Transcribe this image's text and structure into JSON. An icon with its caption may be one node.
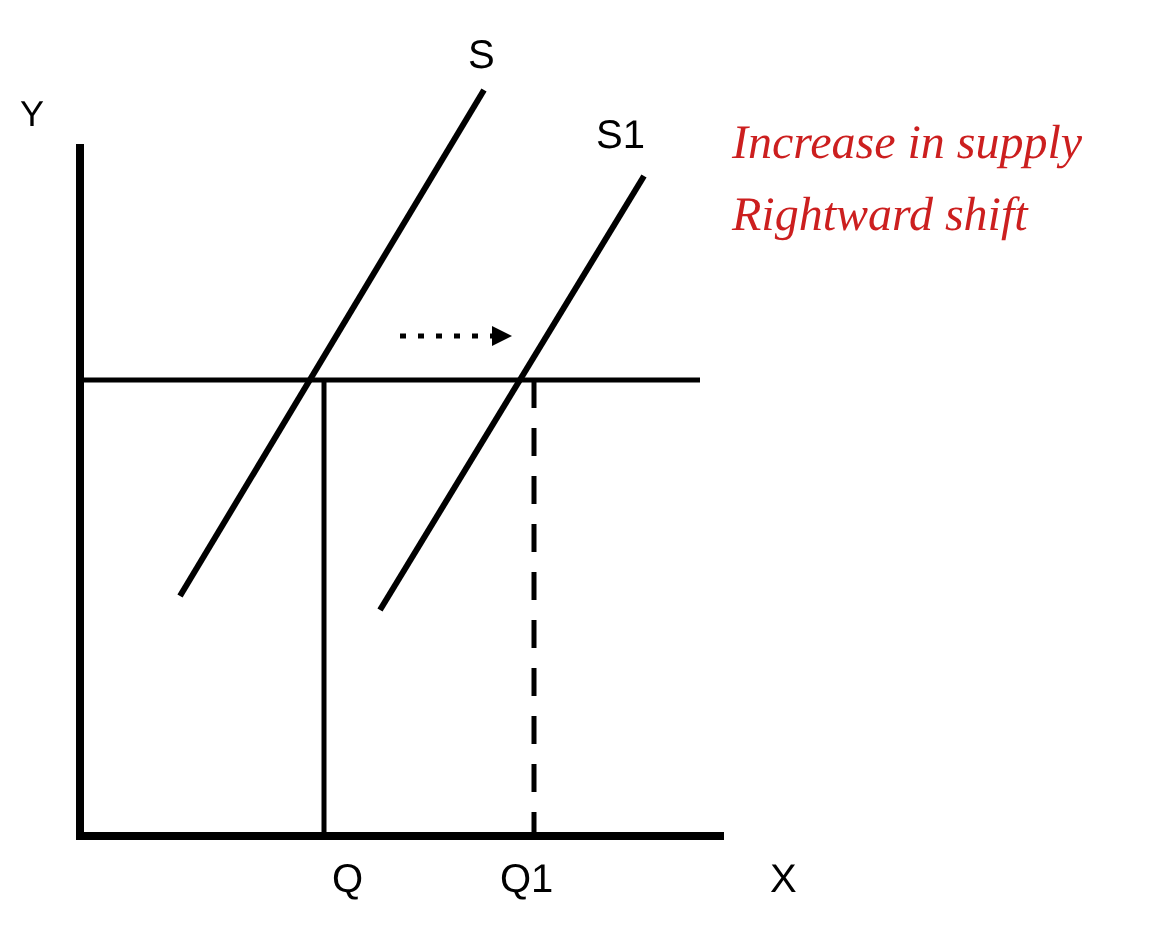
{
  "diagram": {
    "labels": [
      "Y",
      "S",
      "S1",
      "Increase in supply",
      "Rightward shift",
      "Q",
      "Q1",
      "X"
    ]
  }
}
